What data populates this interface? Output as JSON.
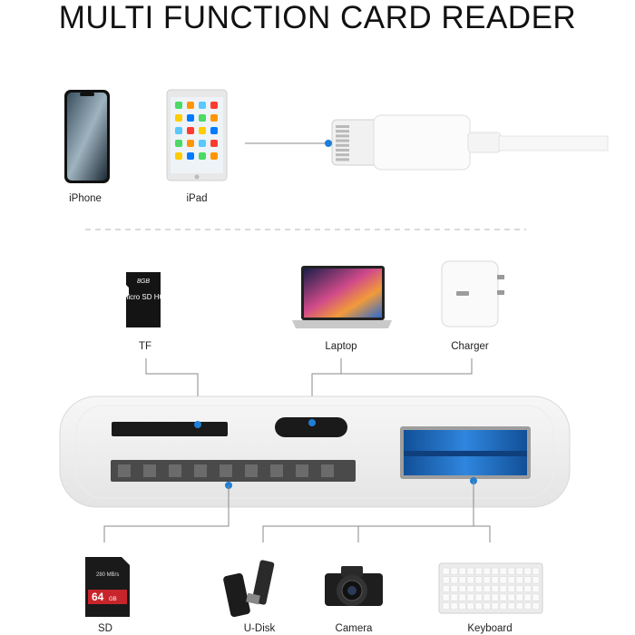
{
  "title": "MULTI FUNCTION CARD READER",
  "devices": {
    "iphone": "iPhone",
    "ipad": "iPad"
  },
  "top_accessories": {
    "tf": "TF",
    "laptop": "Laptop",
    "charger": "Charger"
  },
  "tf_card": {
    "capacity": "8GB",
    "class_mark": "micro SD HC"
  },
  "bottom_accessories": {
    "sd": "SD",
    "udisk": "U-Disk",
    "camera": "Camera",
    "keyboard": "Keyboard"
  },
  "sd_card": {
    "capacity": "64",
    "unit": "GB",
    "brand_line": "280 MB/s"
  },
  "colors": {
    "accent": "#1f7fd6",
    "line": "#8a8a8a",
    "usb_blue": "#1d6fc4"
  }
}
